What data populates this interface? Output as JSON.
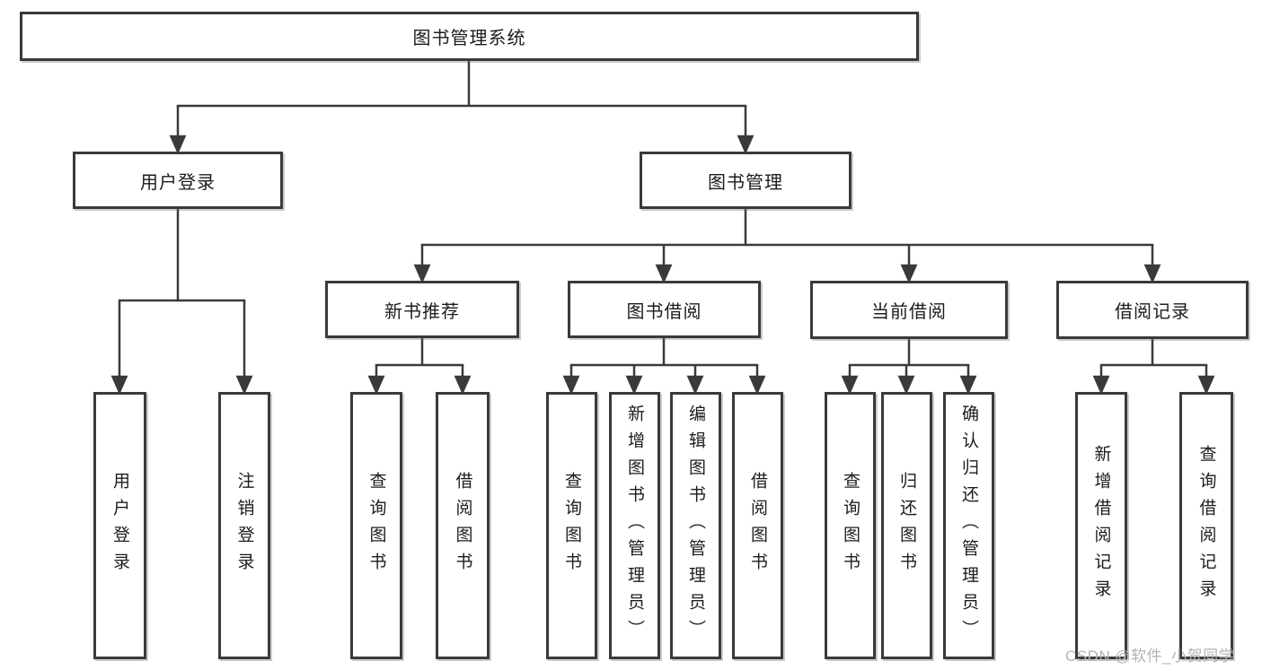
{
  "tree": {
    "root": "图书管理系统",
    "user_login": {
      "label": "用户登录",
      "children": [
        "用户登录",
        "注销登录"
      ]
    },
    "book_mgmt": {
      "label": "图书管理",
      "sections": [
        {
          "label": "新书推荐",
          "children": [
            "查询图书",
            "借阅图书"
          ]
        },
        {
          "label": "图书借阅",
          "children": [
            "查询图书",
            "新增图书（管理员）",
            "编辑图书（管理员）",
            "借阅图书"
          ]
        },
        {
          "label": "当前借阅",
          "children": [
            "查询图书",
            "归还图书",
            "确认归还（管理员）"
          ]
        },
        {
          "label": "借阅记录",
          "children": [
            "新增借阅记录",
            "查询借阅记录"
          ]
        }
      ]
    }
  },
  "watermark": "CSDN @软件_小贺同学",
  "colors": {
    "line": "#3a3a3a",
    "text": "#1c1c1c",
    "watermark": "#b3b3b3",
    "background": "#ffffff"
  }
}
